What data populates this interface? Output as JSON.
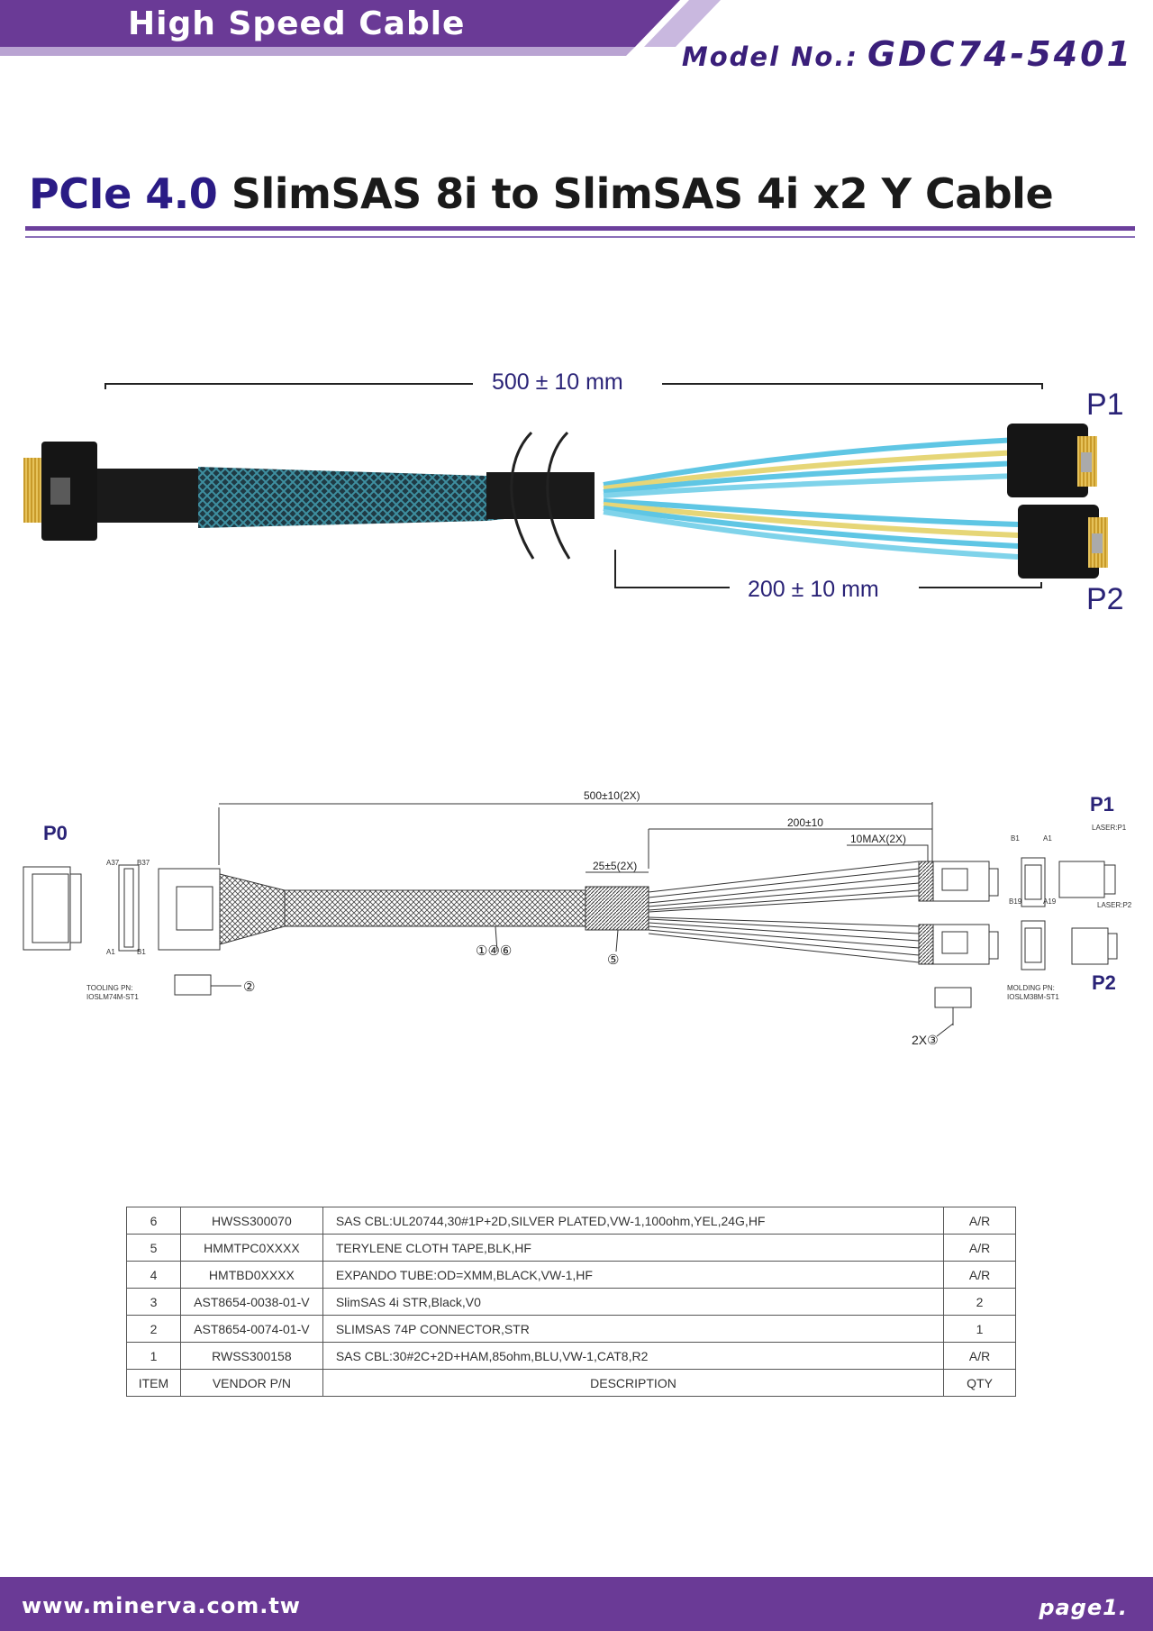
{
  "header": {
    "banner_title": "High Speed Cable",
    "model_label": "Model No.:",
    "model_number": "GDC74-5401"
  },
  "title": {
    "prefix": "PCIe 4.0",
    "main": "SlimSAS 8i to SlimSAS 4i x2 Y Cable"
  },
  "photo": {
    "length_total": "500 ± 10 mm",
    "length_branch": "200 ± 10 mm",
    "port_1": "P1",
    "port_2": "P2"
  },
  "drawing": {
    "port_0": "P0",
    "port_1": "P1",
    "port_2": "P2",
    "dim_total": "500±10(2X)",
    "dim_branch": "200±10",
    "dim_tape": "25±5(2X)",
    "dim_max": "10MAX(2X)",
    "pin_a37": "A37",
    "pin_b37": "B37",
    "pin_a1": "A1",
    "pin_b1": "B1",
    "callout_cable": "①④⑥",
    "callout_tape": "⑤",
    "callout_tooling": "②",
    "callout_molding": "2X③",
    "tooling_label": "TOOLING PN:",
    "tooling_pn": "IOSLM74M-ST1",
    "molding_label": "MOLDING PN:",
    "molding_pn": "IOSLM38M-ST1",
    "laser_p1": "LASER:P1",
    "laser_p2": "LASER:P2",
    "pin_small": [
      "B1",
      "A1",
      "B19",
      "A19"
    ]
  },
  "bom": {
    "rows": [
      {
        "item": "6",
        "vendor": "HWSS300070",
        "desc": "SAS CBL:UL20744,30#1P+2D,SILVER PLATED,VW-1,100ohm,YEL,24G,HF",
        "qty": "A/R"
      },
      {
        "item": "5",
        "vendor": "HMMTPC0XXXX",
        "desc": "TERYLENE CLOTH TAPE,BLK,HF",
        "qty": "A/R"
      },
      {
        "item": "4",
        "vendor": "HMTBD0XXXX",
        "desc": "EXPANDO TUBE:OD=XMM,BLACK,VW-1,HF",
        "qty": "A/R"
      },
      {
        "item": "3",
        "vendor": "AST8654-0038-01-V",
        "desc": "SlimSAS 4i STR,Black,V0",
        "qty": "2"
      },
      {
        "item": "2",
        "vendor": "AST8654-0074-01-V",
        "desc": "SLIMSAS 74P CONNECTOR,STR",
        "qty": "1"
      },
      {
        "item": "1",
        "vendor": "RWSS300158",
        "desc": "SAS CBL:30#2C+2D+HAM,85ohm,BLU,VW-1,CAT8,R2",
        "qty": "A/R"
      }
    ],
    "header": {
      "item": "ITEM",
      "vendor": "VENDOR P/N",
      "desc": "DESCRIPTION",
      "qty": "QTY"
    }
  },
  "footer": {
    "url": "www.minerva.com.tw",
    "page": "page1."
  },
  "colors": {
    "brand_purple": "#6a3a96",
    "title_blue": "#2a1b85",
    "cable_blue": "#58c8e8",
    "wire_yellow": "#e8d878"
  }
}
